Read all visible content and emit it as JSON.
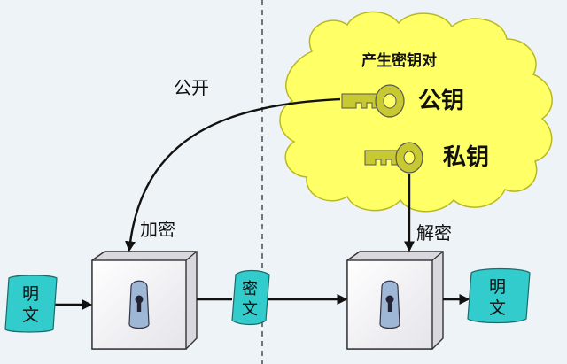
{
  "labels": {
    "generate_key_pair": "产生密钥对",
    "public_key": "公钥",
    "private_key": "私钥",
    "publish": "公开",
    "encrypt": "加密",
    "decrypt": "解密",
    "plaintext_in": [
      "明",
      "文"
    ],
    "ciphertext": [
      "密",
      "文"
    ],
    "plaintext_out": [
      "明",
      "文"
    ]
  },
  "colors": {
    "cloud": "#ffff66",
    "key": "#c8c832",
    "scroll": "#33cccc",
    "arrow": "#111111"
  },
  "icons": {
    "key": "key-icon",
    "lock": "keyhole-icon"
  }
}
